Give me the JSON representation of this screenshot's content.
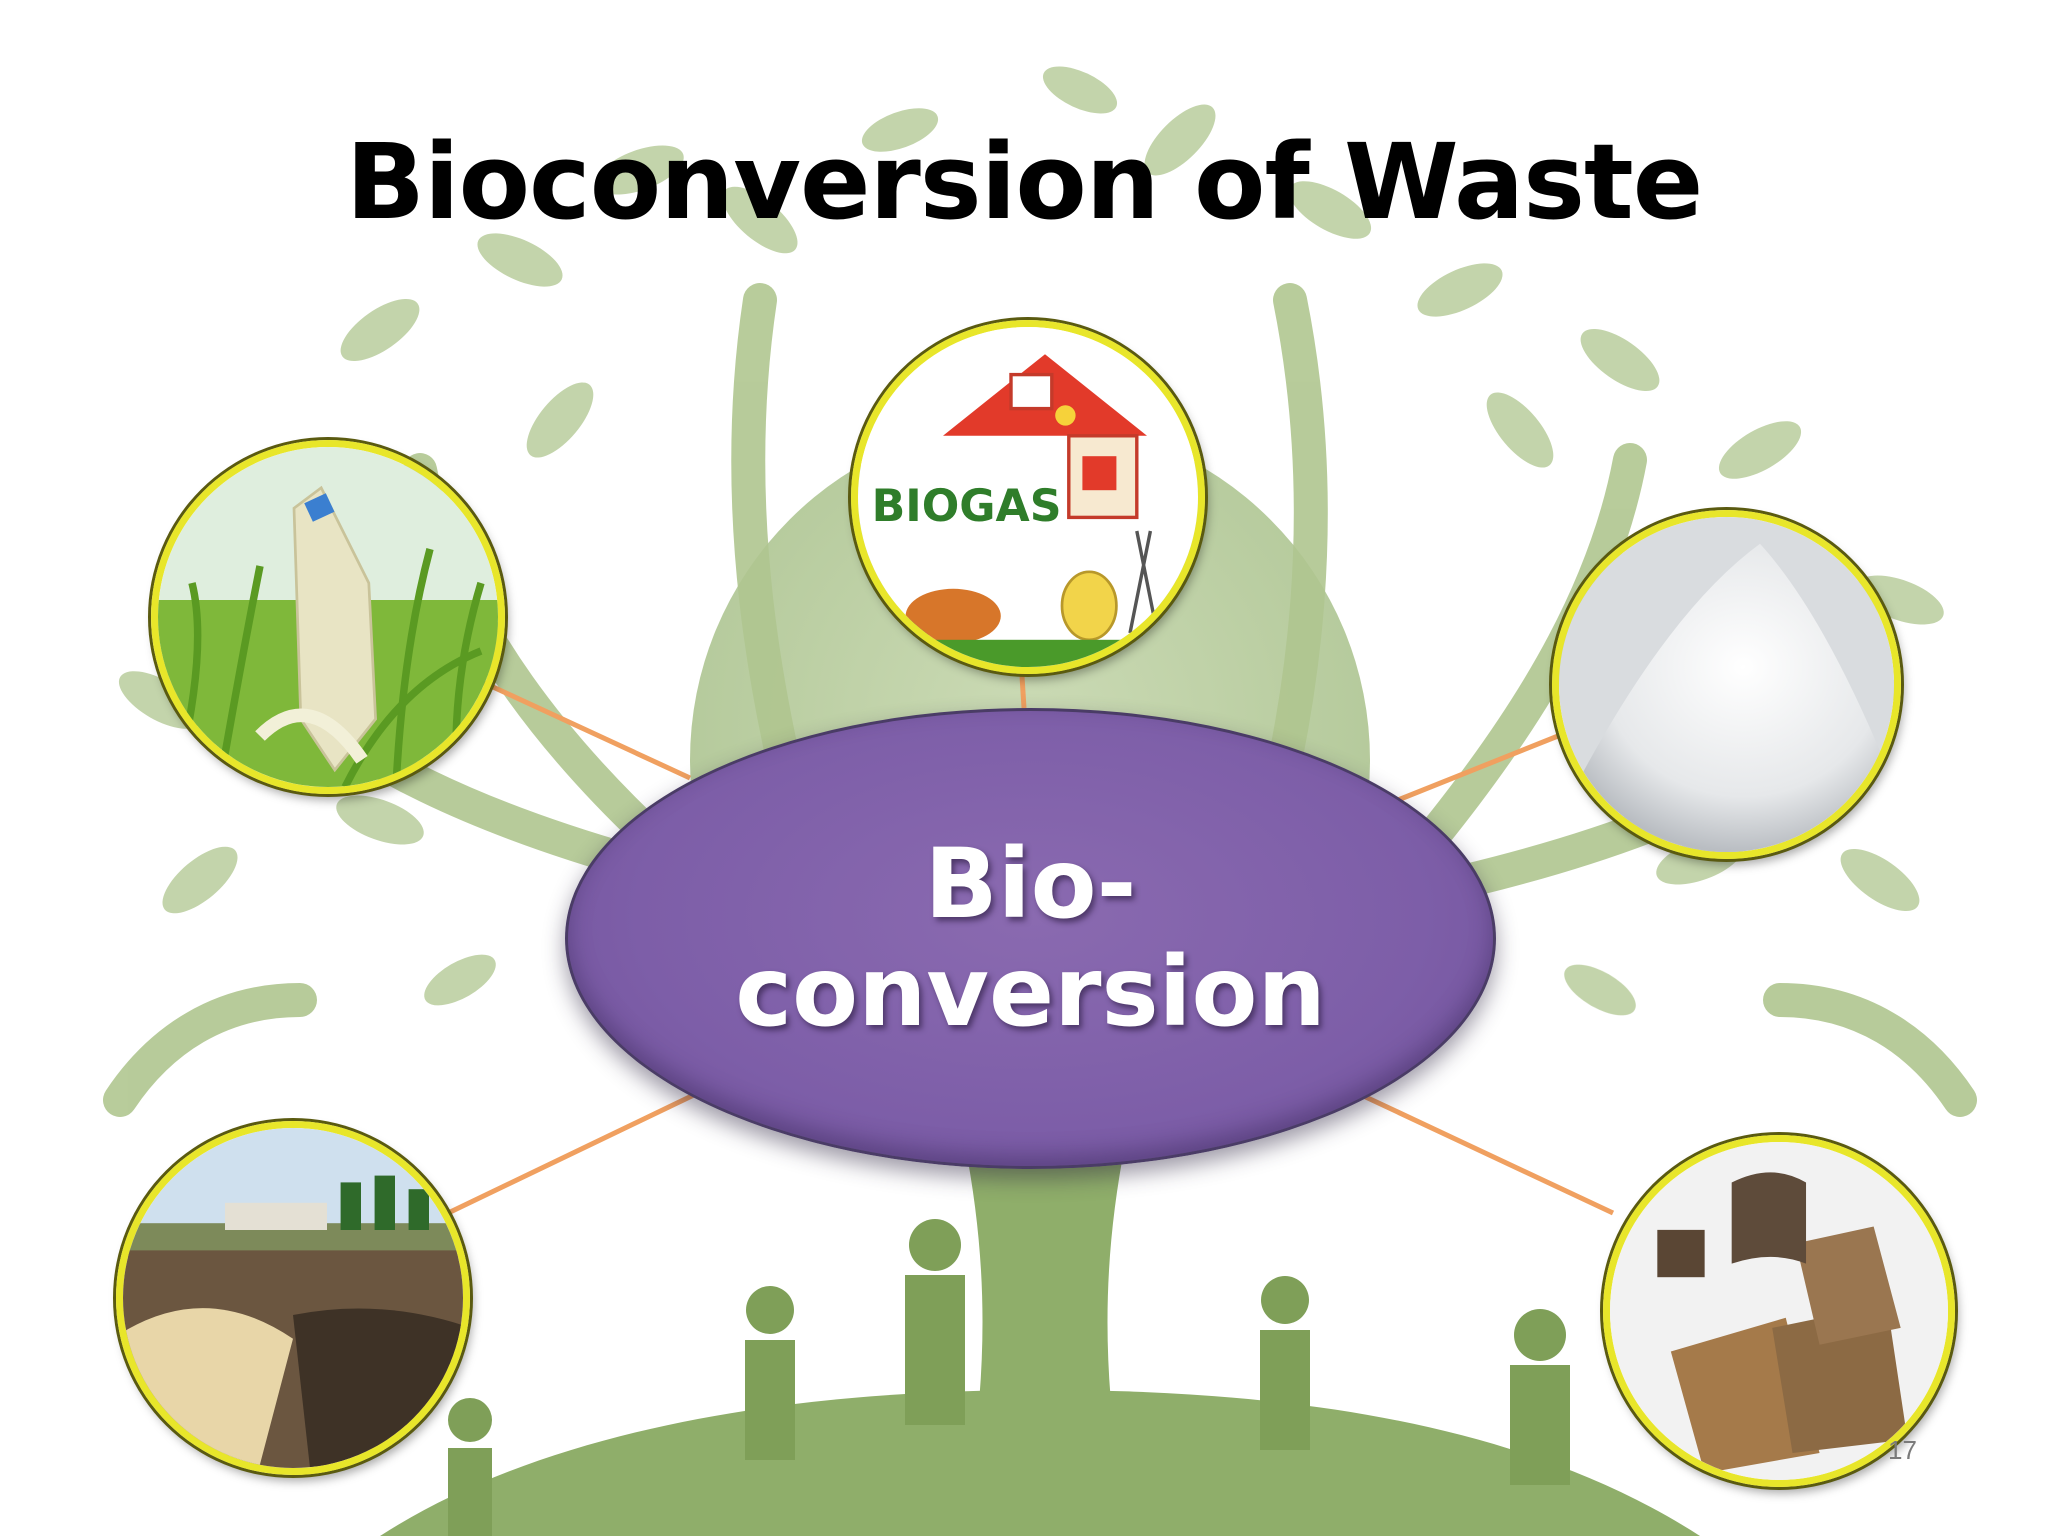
{
  "slide": {
    "title": "Bioconversion of Waste",
    "page_number": "17"
  },
  "hub": {
    "line1": "Bio-",
    "line2": "conversion",
    "fill_color": "#7d5ea8"
  },
  "bubbles": {
    "biogas": {
      "label": "BIOGAS",
      "icon": "biogas-farm-icon"
    },
    "maize": {
      "icon": "maize-bioplastic-bottle-icon"
    },
    "sugar": {
      "icon": "sugar-crystals-icon"
    },
    "compost": {
      "icon": "compost-heap-icon"
    },
    "board": {
      "icon": "fiber-board-icon"
    }
  },
  "colors": {
    "bubble_border": "#e8e62a",
    "connector": "#f0a060",
    "tree": "#a8c088"
  }
}
